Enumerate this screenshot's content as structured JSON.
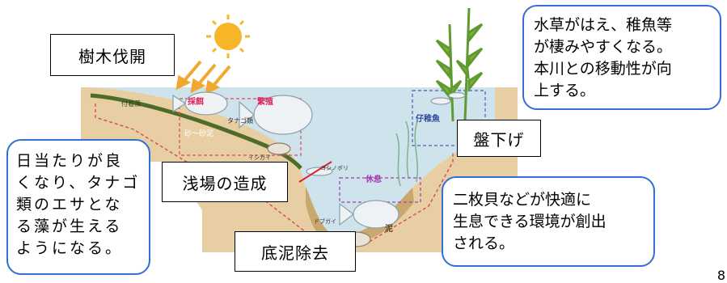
{
  "boxes": {
    "tree_cutting": "樹木伐開",
    "shallows": "浅場の造成",
    "lowering": "盤下げ",
    "dredging": "底泥除去"
  },
  "callouts": {
    "aquatic_plants": "水草がはえ、稚魚等\nが棲みやすくなる。\n本川との移動性が向\n上する。",
    "sunlight": "日当たりが良\nくなり、タナゴ\n類のエサとな\nる藻が生える\nようになる。",
    "bivalves": "二枚貝などが快適に\n生息できる環境が創出\nされる。"
  },
  "diagram_labels": {
    "algae": "付着藻",
    "feeding": "採餌",
    "breeding": "繁殖",
    "tanago": "タナゴ類",
    "sand_mud": "砂〜砂泥",
    "ishigai": "イシガイ",
    "yoshinobori": "ヨシノボリ",
    "resting": "休息",
    "juvenile": "仔稚魚",
    "dobugai": "ドブガイ",
    "mud": "泥"
  },
  "page_number": "8",
  "colors": {
    "callout_border": "#2f6fd6",
    "water": "#cfe3ec",
    "soil": "#e7cfa3",
    "mud": "#c9a870",
    "sun": "#f7b528",
    "label_red": "#e0245e",
    "algae_green": "#4e6b2a"
  }
}
